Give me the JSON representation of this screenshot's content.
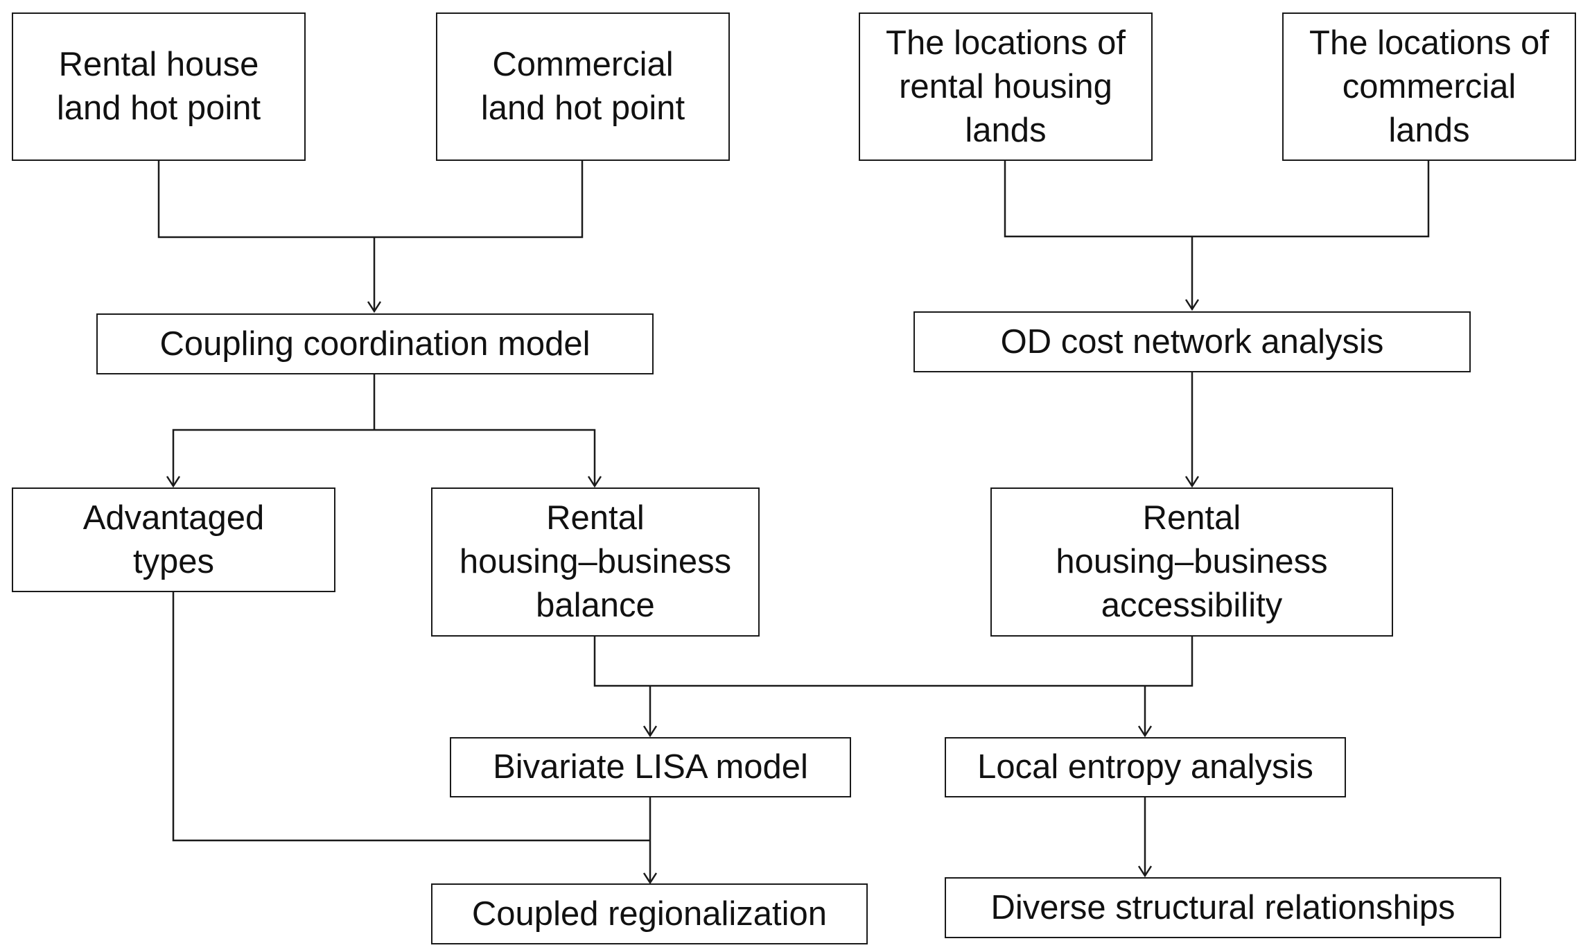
{
  "nodes": {
    "rental_hot_point": "Rental house\nland hot point",
    "commercial_hot_point": "Commercial\nland hot point",
    "rental_locations": "The locations of\nrental housing\nlands",
    "commercial_locations": "The locations of\ncommercial\nlands",
    "coupling_model": "Coupling coordination model",
    "od_cost": "OD cost network analysis",
    "advantaged_types": "Advantaged\ntypes",
    "rhb_balance": "Rental\nhousing–business\nbalance",
    "rhb_accessibility": "Rental\nhousing–business\naccessibility",
    "bivariate_lisa": "Bivariate LISA model",
    "local_entropy": "Local entropy analysis",
    "coupled_regionalization": "Coupled regionalization",
    "diverse_relationships": "Diverse structural relationships"
  },
  "edges": [
    {
      "from": "rental_hot_point",
      "to": "coupling_model"
    },
    {
      "from": "commercial_hot_point",
      "to": "coupling_model"
    },
    {
      "from": "rental_locations",
      "to": "od_cost"
    },
    {
      "from": "commercial_locations",
      "to": "od_cost"
    },
    {
      "from": "coupling_model",
      "to": "advantaged_types"
    },
    {
      "from": "coupling_model",
      "to": "rhb_balance"
    },
    {
      "from": "od_cost",
      "to": "rhb_accessibility"
    },
    {
      "from": "rhb_balance",
      "to": "bivariate_lisa"
    },
    {
      "from": "rhb_balance",
      "to": "local_entropy"
    },
    {
      "from": "rhb_accessibility",
      "to": "bivariate_lisa"
    },
    {
      "from": "rhb_accessibility",
      "to": "local_entropy"
    },
    {
      "from": "advantaged_types",
      "to": "coupled_regionalization"
    },
    {
      "from": "bivariate_lisa",
      "to": "coupled_regionalization"
    },
    {
      "from": "local_entropy",
      "to": "diverse_relationships"
    }
  ]
}
